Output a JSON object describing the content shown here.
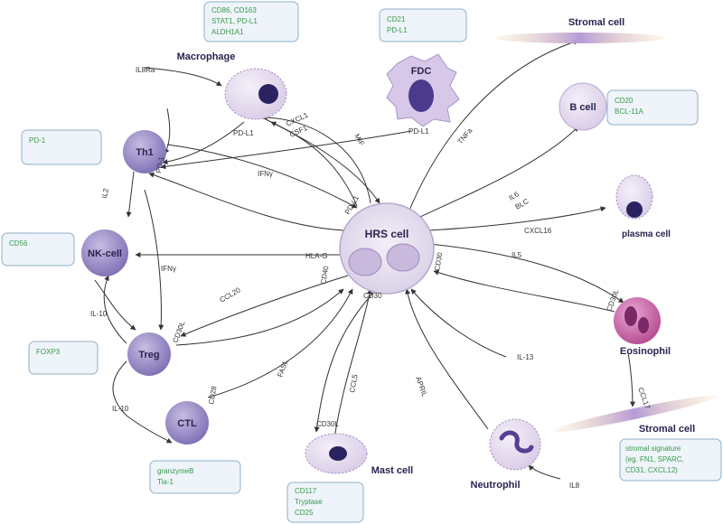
{
  "cells": {
    "hrs": "HRS cell",
    "macrophage": "Macrophage",
    "fdc": "FDC",
    "stromal_top": "Stromal cell",
    "bcell": "B cell",
    "plasma": "plasma cell",
    "eosinophil": "Eosinophil",
    "stromal_bottom": "Stromal cell",
    "neutrophil": "Neutrophil",
    "mast": "Mast cell",
    "ctl": "CTL",
    "treg": "Treg",
    "nk": "NK-cell",
    "th1": "Th1"
  },
  "boxes": {
    "macrophage": [
      "CD86, CD163",
      "STAT1, PD-L1",
      "ALDH1A1"
    ],
    "fdc": [
      "CD21",
      "PD-L1"
    ],
    "bcell": [
      "CD20",
      "BCL-11A"
    ],
    "th1": [
      "PD-1"
    ],
    "nk": [
      "CD56"
    ],
    "treg": [
      "FOXP3"
    ],
    "ctl": [
      "granzymeB",
      "Tia-1"
    ],
    "mast": [
      "CD117",
      "Tryptase",
      "CD25"
    ],
    "stromal_bottom": [
      "stromal signature",
      "(eg. FN1, SPARC,",
      "CD31, CXCL12)"
    ]
  },
  "molecules": {
    "il8ra": "IL8Ra",
    "pdl1_mac": "PD-L1",
    "cxcl1": "CXCL1",
    "csf1": "CSF1",
    "mif": "MIF",
    "pdl1_fdc": "PD-L1",
    "tnfa": "TNFa",
    "ifng_top": "IFNγ",
    "pd1_th1": "PD-1",
    "il2": "IL2",
    "il6": "IL6",
    "blc": "BLC",
    "cxcl16": "CXCL16",
    "pdl1_hrs": "PD-L1",
    "hlag": "HLA-G",
    "ifng": "IFNγ",
    "il5": "IL5",
    "cd30_right": "CD30",
    "cd30l_eos": "CD30L",
    "il10_left": "IL-10",
    "ccl20": "CCL20",
    "cd30l_treg": "CD30L",
    "cd40": "CD40",
    "cd30": "CD30",
    "il13": "IL-13",
    "ccl17": "CCL17",
    "il10_bottom": "IL-10",
    "fasl": "FASL",
    "ccl5": "CCL5",
    "cd30l_mast": "CD30L",
    "april": "APRIL",
    "il8": "IL8",
    "cd28_ctl": "CD28"
  }
}
